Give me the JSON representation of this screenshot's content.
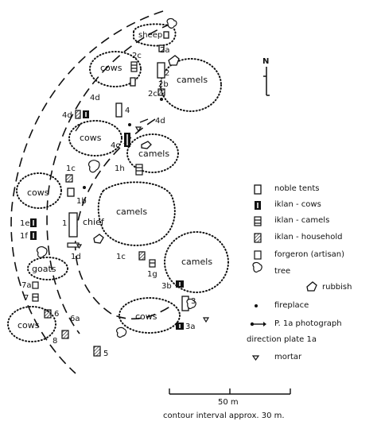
{
  "map": {
    "north_label": "N",
    "scale_label": "50 m",
    "contour_note": "contour interval approx. 30 m.",
    "enclosures": {
      "sheep": "sheep",
      "cows_top": "cows",
      "camels_top": "camels",
      "cows_mid": "cows",
      "camels_mid": "camels",
      "cows_left": "cows",
      "camels_center": "camels",
      "goats": "goats",
      "camels_right": "camels",
      "cows_bottom": "cows",
      "cows_bottom_left": "cows",
      "chief": "chief"
    },
    "site_labels": {
      "l2a": "2a",
      "l2c_top": "2c",
      "l2": "2",
      "l2c_bottom": "2c",
      "l2b": "2b",
      "l4d_a": "4d",
      "l4d_b": "4d",
      "l4": "4",
      "l4d_c": "4d",
      "l4c": "4c",
      "l1h": "1h",
      "l1c_a": "1c",
      "l1b": "1b",
      "l1e": "1e",
      "l1f": "1f",
      "l1": "1",
      "l1d": "1d",
      "l1c_b": "1c",
      "l1g": "1g",
      "l3b": "3b",
      "l3": "3",
      "l3a": "3a",
      "l7a": "7a",
      "l7": "7",
      "l6": "6",
      "l6a": "6a",
      "l8": "8",
      "l5": "5"
    },
    "legend": [
      {
        "symbol": "noble-tent",
        "label": "noble tents"
      },
      {
        "symbol": "iklan-cows",
        "label": "iklan - cows"
      },
      {
        "symbol": "iklan-camels",
        "label": "iklan - camels"
      },
      {
        "symbol": "iklan-household",
        "label": "iklan - household"
      },
      {
        "symbol": "forgeron",
        "label": "forgeron (artisan)"
      },
      {
        "symbol": "tree",
        "label": "tree"
      },
      {
        "symbol": "rubbish",
        "label": "rubbish"
      },
      {
        "symbol": "fireplace",
        "label": "fireplace"
      },
      {
        "symbol": "photo-direction",
        "label": "P. 1a photograph"
      },
      {
        "symbol": "photo-direction-2",
        "label": "direction plate 1a"
      },
      {
        "symbol": "mortar",
        "label": "mortar"
      }
    ]
  }
}
